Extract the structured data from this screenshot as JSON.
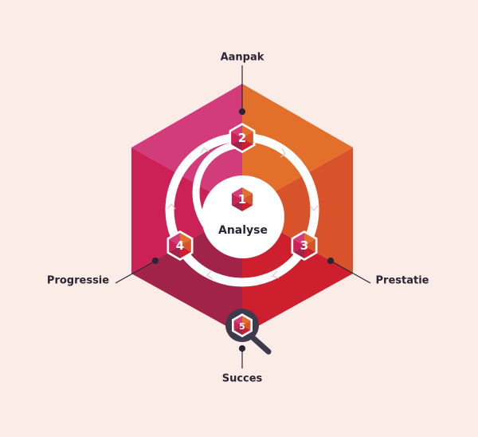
{
  "center": {
    "number": "1",
    "label": "Analyse"
  },
  "steps": [
    {
      "number": "2",
      "label": "Aanpak"
    },
    {
      "number": "3",
      "label": "Prestatie"
    },
    {
      "number": "4",
      "label": "Progressie"
    },
    {
      "number": "5",
      "label": "Succes"
    }
  ],
  "colors": {
    "background": "#fbece8",
    "top_left": "#d23c7a",
    "left": "#cc2156",
    "bottom_left": "#a1234a",
    "bottom_right": "#cd1f2e",
    "right": "#d9532a",
    "top_right": "#e2702b",
    "ink": "#3d3a4b"
  }
}
